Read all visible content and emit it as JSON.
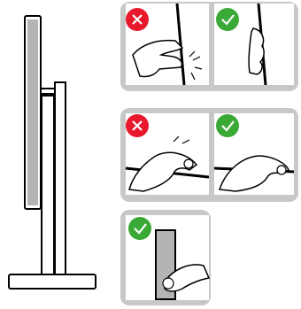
{
  "figure": {
    "description_hidden": "",
    "colors": {
      "panel_bg": "#c8c8c8",
      "panel_inner": "#ffffff",
      "stroke": "#000000",
      "screen_fill": "#b4b4b4",
      "ok": "#3aa935",
      "bad": "#e8192c"
    },
    "panels": [
      {
        "id": "top-left",
        "status": "incorrect",
        "icon": "x-circle-icon"
      },
      {
        "id": "top-right",
        "status": "correct",
        "icon": "check-circle-icon"
      },
      {
        "id": "mid-left",
        "status": "incorrect",
        "icon": "x-circle-icon"
      },
      {
        "id": "mid-right",
        "status": "correct",
        "icon": "check-circle-icon"
      },
      {
        "id": "bottom",
        "status": "correct",
        "icon": "check-circle-icon"
      }
    ]
  }
}
